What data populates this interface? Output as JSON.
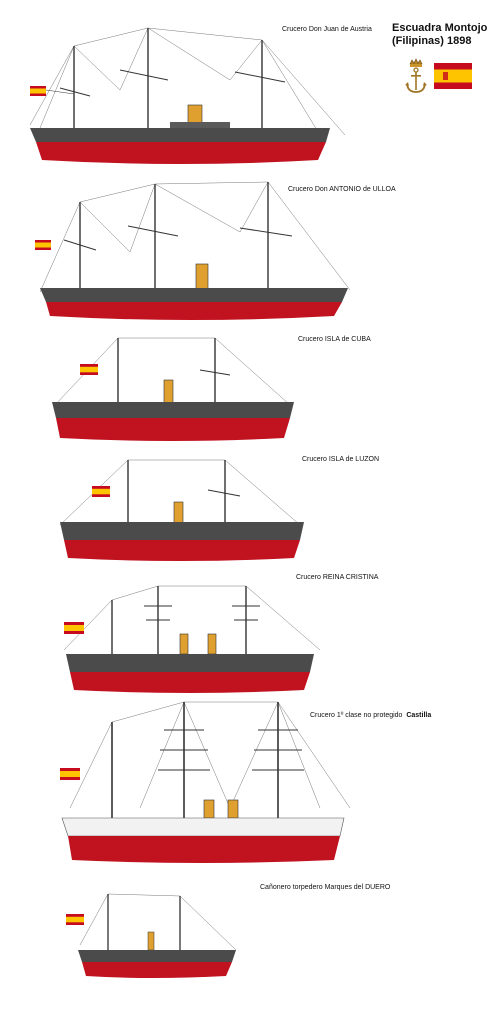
{
  "title": "Escuadra Montojo (Filipinas) 1898",
  "colors": {
    "hull_red": "#c1121f",
    "hull_dark": "#4b4b4b",
    "funnel": "#e0a030",
    "flag_red": "#c60b1e",
    "flag_yellow": "#ffc400"
  },
  "emblem_icon": "anchor-crown-icon",
  "ships": [
    {
      "label": "Crucero Don Juan de Austria"
    },
    {
      "label": "Crucero Don ANTONIO de ULLOA"
    },
    {
      "label": "Crucero ISLA de CUBA"
    },
    {
      "label": "Crucero ISLA de LUZON"
    },
    {
      "label": "Crucero REINA CRISTINA"
    },
    {
      "label": "Crucero 1º clase no protegido",
      "label_bold": "Castilla"
    },
    {
      "label": "Cañonero torpedero Marques del DUERO"
    }
  ]
}
